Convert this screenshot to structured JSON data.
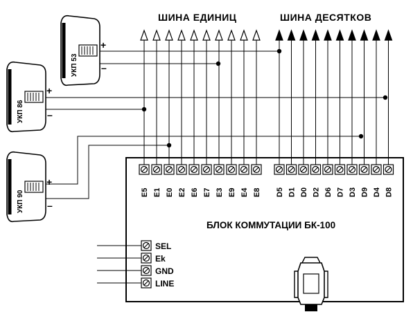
{
  "bus": {
    "units_title": "ШИНА ЕДИНИЦ",
    "tens_title": "ШИНА ДЕСЯТКОВ"
  },
  "block": {
    "title": "БЛОК КОММУТАЦИИ БК-100",
    "units_terminals": [
      "E5",
      "E1",
      "E0",
      "E2",
      "E6",
      "E7",
      "E3",
      "E9",
      "E4",
      "E8"
    ],
    "tens_terminals": [
      "D5",
      "D1",
      "D0",
      "D2",
      "D6",
      "D7",
      "D3",
      "D9",
      "D4",
      "D8"
    ],
    "side_terminals": [
      "SEL",
      "Ek",
      "GND",
      "LINE"
    ]
  },
  "devices": [
    {
      "label": "УКП 53",
      "plus": "+",
      "minus": "–"
    },
    {
      "label": "УКП 86",
      "plus": "+",
      "minus": "–"
    },
    {
      "label": "УКП 90",
      "plus": "+",
      "minus": "–"
    }
  ]
}
